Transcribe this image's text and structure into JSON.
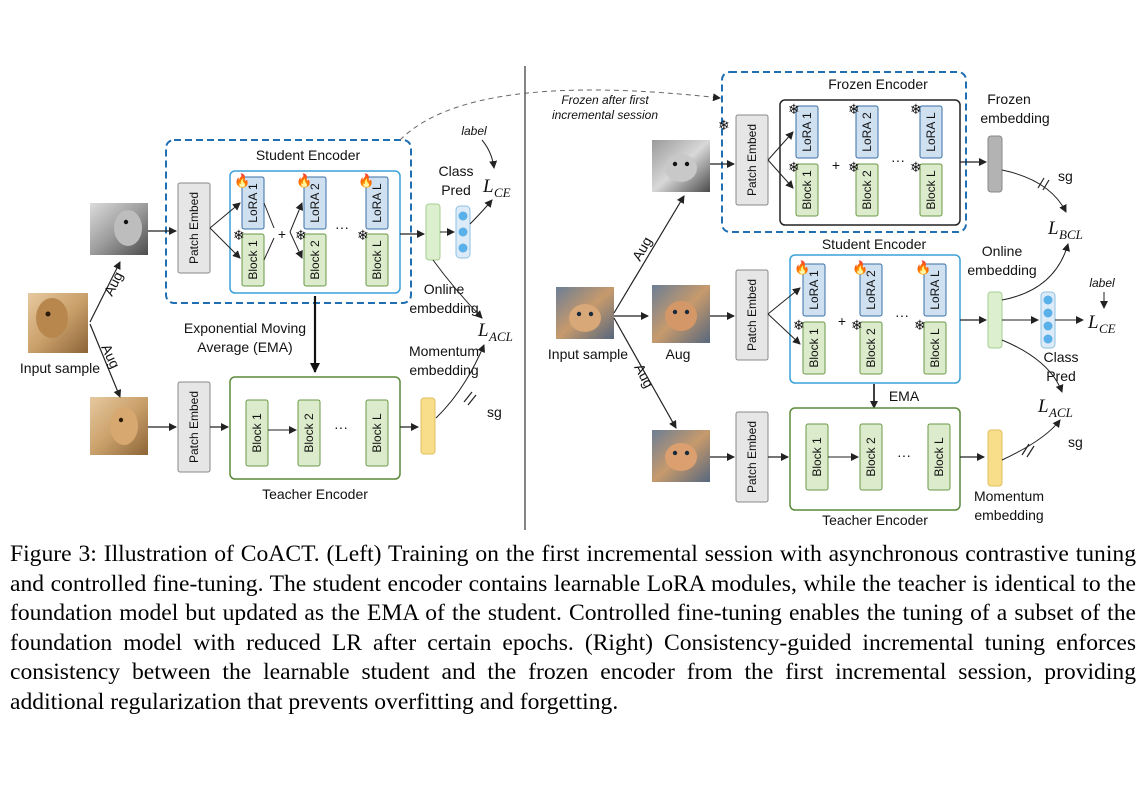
{
  "left_panel": {
    "student_encoder_title": "Student Encoder",
    "teacher_encoder_title": "Teacher Encoder",
    "patch_embed": "Patch Embed",
    "lora_1": "LoRA 1",
    "lora_2": "LoRA 2",
    "lora_L": "LoRA L",
    "block_1": "Block 1",
    "block_2": "Block 2",
    "block_L": "Block L",
    "plus": "+",
    "dots": "···",
    "aug_top": "Aug",
    "aug_bottom": "Aug",
    "input_sample": "Input sample",
    "ema_line1": "Exponential Moving",
    "ema_line2": "Average (EMA)",
    "label": "label",
    "class_pred_line1": "Class",
    "class_pred_line2": "Pred",
    "online_embedding_line1": "Online",
    "online_embedding_line2": "embedding",
    "momentum_embedding_line1": "Momentum",
    "momentum_embedding_line2": "embedding",
    "sg": "sg",
    "loss_ce": "L",
    "loss_ce_sub": "CE",
    "loss_acl": "L",
    "loss_acl_sub": "ACL"
  },
  "right_panel": {
    "frozen_note_line1": "Frozen after first",
    "frozen_note_line2": "incremental session",
    "frozen_encoder_title": "Frozen Encoder",
    "frozen_embedding_line1": "Frozen",
    "frozen_embedding_line2": "embedding",
    "student_encoder_title": "Student Encoder",
    "teacher_encoder_title": "Teacher Encoder",
    "patch_embed": "Patch Embed",
    "lora_1": "LoRA 1",
    "lora_2": "LoRA 2",
    "lora_L": "LoRA L",
    "block_1": "Block 1",
    "block_2": "Block 2",
    "block_L": "Block L",
    "plus": "+",
    "dots": "···",
    "aug_top": "Aug",
    "aug_bottom": "Aug",
    "aug_center": "Aug",
    "input_sample": "Input sample",
    "ema": "EMA",
    "label": "label",
    "class_pred_line1": "Class",
    "class_pred_line2": "Pred",
    "online_embedding_line1": "Online",
    "online_embedding_line2": "embedding",
    "momentum_embedding_line1": "Momentum",
    "momentum_embedding_line2": "embedding",
    "sg_top": "sg",
    "sg_bottom": "sg",
    "loss_bcl": "L",
    "loss_bcl_sub": "BCL",
    "loss_ce": "L",
    "loss_ce_sub": "CE",
    "loss_acl": "L",
    "loss_acl_sub": "ACL"
  },
  "caption": "Figure 3: Illustration of CoACT. (Left) Training on the first incremental session with asynchronous contrastive tuning and controlled fine-tuning. The student encoder contains learnable LoRA modules, while the teacher is identical to the foundation model but updated as the EMA of the student. Controlled fine-tuning enables the tuning of a subset of the foundation model with reduced LR after certain epochs. (Right) Consistency-guided incremental tuning enforces consistency between the learnable student and the frozen encoder from the first incremental session, providing additional regularization that prevents overfitting and forgetting.",
  "colors": {
    "dashed_border": "#1f6fb2",
    "student_box_border": "#3aa0d8",
    "teacher_box_border": "#5a8a3a",
    "lora_fill": "#cfe0f1",
    "lora_border": "#3a6fa8",
    "block_fill": "#dcebcb",
    "block_border": "#6a9a48",
    "patch_fill": "#e6e6e6",
    "online_fill": "#dcf0d0",
    "momentum_fill": "#f8dd8a",
    "frozen_fill": "#b3b3b3",
    "pred_fill": "#5ab0e8",
    "fire": "#f07828",
    "snow": "#2a8ad8"
  }
}
